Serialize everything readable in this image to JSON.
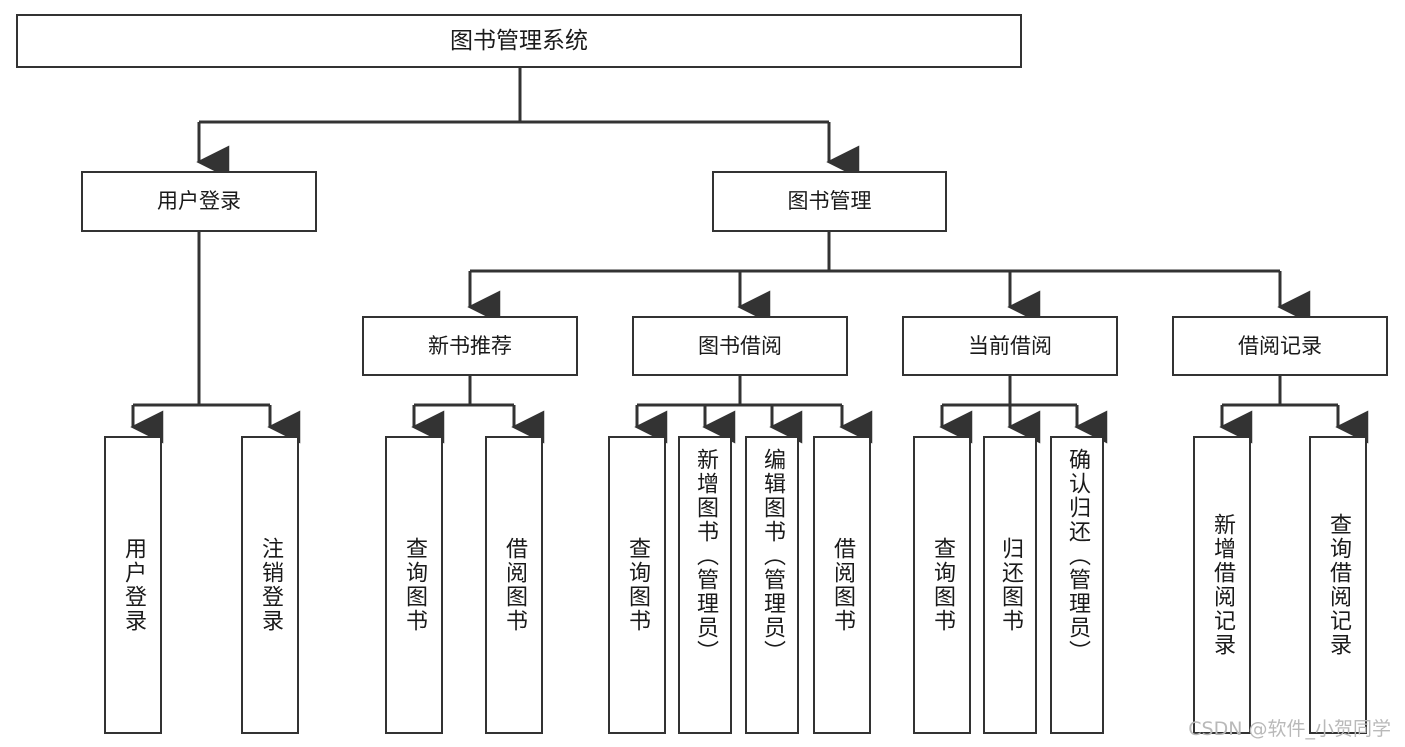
{
  "diagram": {
    "type": "tree-hierarchy-chart",
    "title": "图书管理系统",
    "orientation": "top-down",
    "colors": {
      "background": "#ffffff",
      "box_border": "#333333",
      "box_fill": "#ffffff",
      "connector": "#333333",
      "text": "#1a1a1a",
      "watermark": "#b9b9b9"
    },
    "root": {
      "id": "root",
      "label": "图书管理系统"
    },
    "level1": [
      {
        "id": "user-login",
        "label": "用户登录"
      },
      {
        "id": "book-manage",
        "label": "图书管理"
      }
    ],
    "level2": [
      {
        "id": "new-book-recommend",
        "label": "新书推荐",
        "parent": "book-manage"
      },
      {
        "id": "book-borrow",
        "label": "图书借阅",
        "parent": "book-manage"
      },
      {
        "id": "current-borrow",
        "label": "当前借阅",
        "parent": "book-manage"
      },
      {
        "id": "borrow-record",
        "label": "借阅记录",
        "parent": "book-manage"
      }
    ],
    "leaves": {
      "user_login": [
        {
          "id": "leaf-user-login",
          "label": "用户登录"
        },
        {
          "id": "leaf-logout-login",
          "label": "注销登录"
        }
      ],
      "new_book_recommend": [
        {
          "id": "leaf-query-book-1",
          "label": "查询图书"
        },
        {
          "id": "leaf-borrow-book-1",
          "label": "借阅图书"
        }
      ],
      "book_borrow": [
        {
          "id": "leaf-query-book-2",
          "label": "查询图书"
        },
        {
          "id": "leaf-add-book",
          "label": "新增图书（管理员）"
        },
        {
          "id": "leaf-edit-book",
          "label": "编辑图书（管理员）"
        },
        {
          "id": "leaf-borrow-book-2",
          "label": "借阅图书"
        }
      ],
      "current_borrow": [
        {
          "id": "leaf-query-book-3",
          "label": "查询图书"
        },
        {
          "id": "leaf-return-book",
          "label": "归还图书"
        },
        {
          "id": "leaf-confirm-return",
          "label": "确认归还（管理员）"
        }
      ],
      "borrow_record": [
        {
          "id": "leaf-add-record",
          "label": "新增借阅记录"
        },
        {
          "id": "leaf-query-record",
          "label": "查询借阅记录"
        }
      ]
    }
  },
  "watermark": {
    "text": "CSDN @软件_小贺同学"
  }
}
